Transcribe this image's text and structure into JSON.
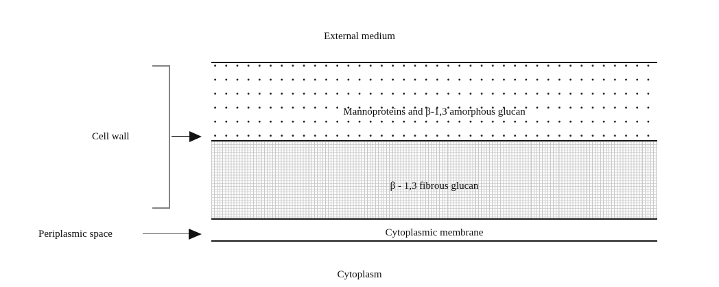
{
  "diagram": {
    "title_top": "External medium",
    "title_bottom": "Cytoplasm",
    "layers": [
      {
        "name": "amorphous-layer",
        "label": "Mannoproteins and β-1,3 amorphous glucan",
        "texture": "coarse-dots",
        "dot_color": "#1f1f1f"
      },
      {
        "name": "fibrous-layer",
        "label": "β - 1,3 fibrous glucan",
        "texture": "fine-grid",
        "grid_color": "#cccccc"
      }
    ],
    "membrane": {
      "label": "Cytoplasmic membrane",
      "line_color": "#1a1a1a"
    },
    "annotations": [
      {
        "name": "cell-wall",
        "label": "Cell wall",
        "marker": "bracket-with-arrow",
        "bracket_color": "#838383",
        "arrow_color": "#121212"
      },
      {
        "name": "periplasmic-space",
        "label": "Periplasmic space",
        "marker": "arrow",
        "arrow_color": "#121212"
      }
    ],
    "colors": {
      "background": "#ffffff",
      "text": "#0d0d0d",
      "boundary_line": "#1a1a1a"
    }
  }
}
